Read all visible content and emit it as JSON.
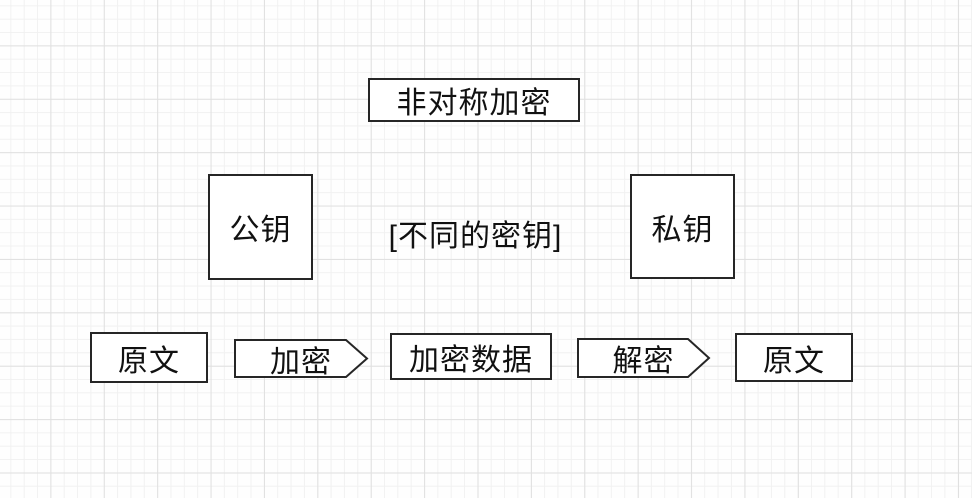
{
  "diagram": {
    "title": "非对称加密",
    "keys": {
      "public_key_label": "公钥",
      "private_key_label": "私钥",
      "note": "[不同的密钥]"
    },
    "flow": {
      "steps": [
        {
          "label": "原文",
          "shape": "rect"
        },
        {
          "label": "加密",
          "shape": "arrow"
        },
        {
          "label": "加密数据",
          "shape": "rect"
        },
        {
          "label": "解密",
          "shape": "arrow"
        },
        {
          "label": "原文",
          "shape": "rect"
        }
      ]
    }
  },
  "colors": {
    "background": "#fefefe",
    "grid_minor": "#f1f1f1",
    "grid_major": "#e0e0e0",
    "shape_border": "#262626",
    "shape_fill": "#ffffff",
    "text": "#111111"
  }
}
